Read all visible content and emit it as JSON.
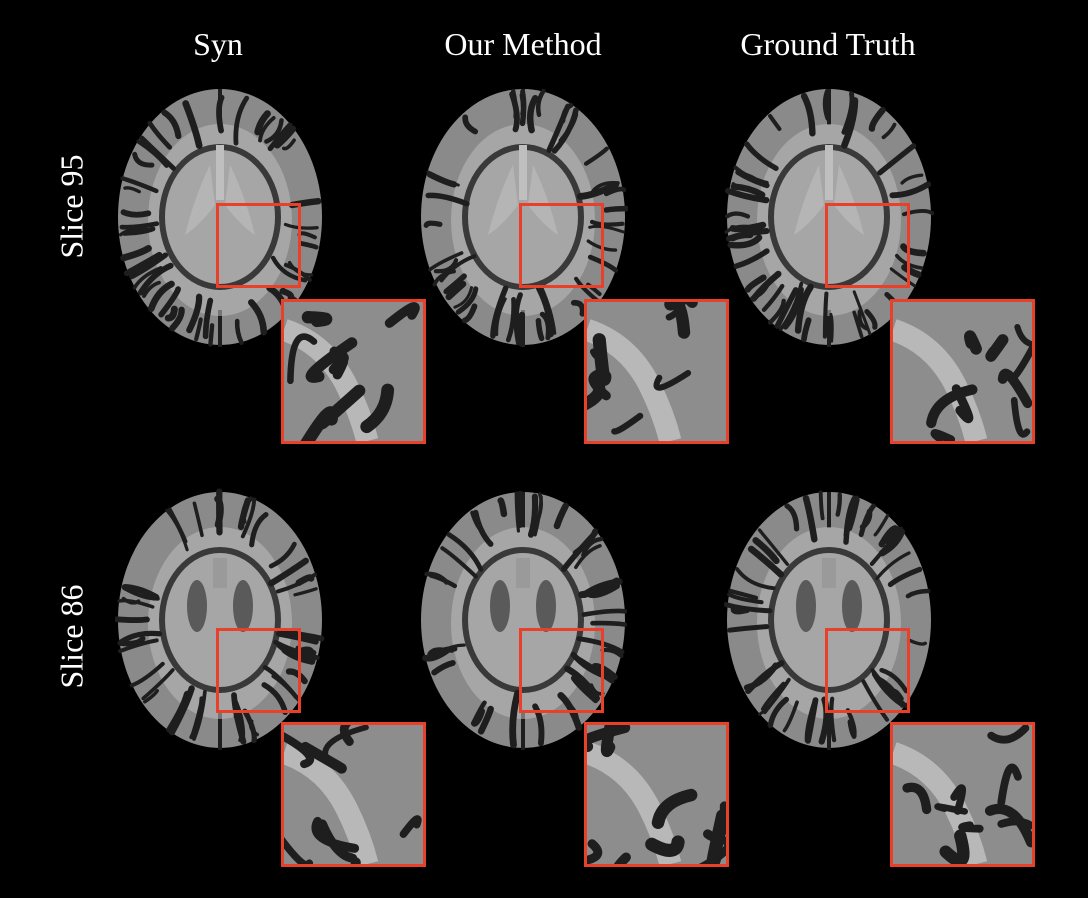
{
  "columns": [
    "Syn",
    "Our Method",
    "Ground Truth"
  ],
  "rows": [
    "Slice 95",
    "Slice 86"
  ],
  "colors": {
    "roi_box": "#e8402b",
    "background": "#000000",
    "gray_matter": "#8a8a8a",
    "white_matter": "#bdbdbd",
    "sulci": "#1e1e1e"
  }
}
